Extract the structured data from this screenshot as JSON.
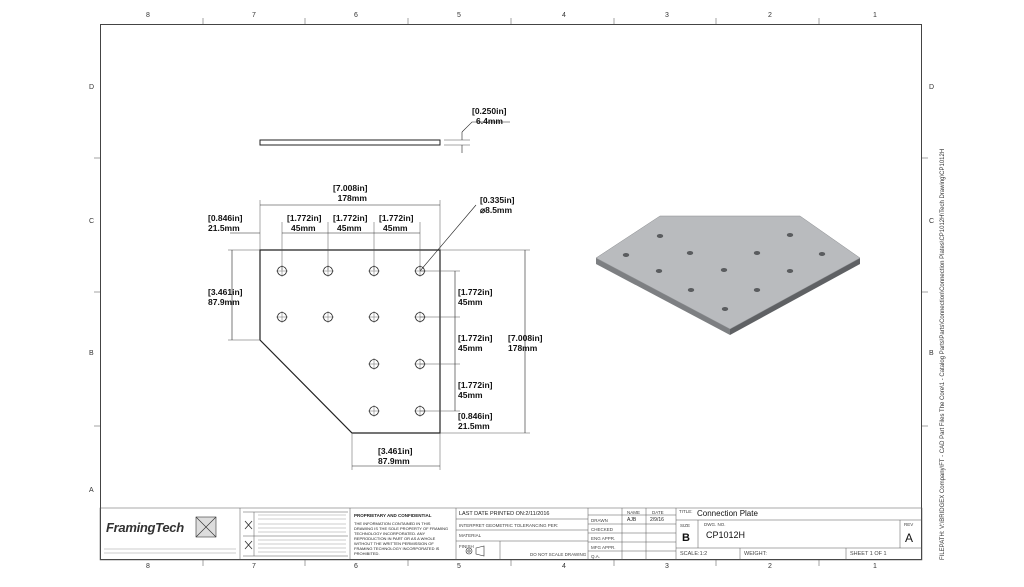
{
  "zones": {
    "top": [
      "8",
      "7",
      "6",
      "5",
      "4",
      "3",
      "2",
      "1"
    ],
    "bottom": [
      "8",
      "7",
      "6",
      "5",
      "4",
      "3",
      "2",
      "1"
    ],
    "left": [
      "D",
      "C",
      "B",
      "A"
    ],
    "right": [
      "D",
      "C",
      "B"
    ]
  },
  "file_path": "FILEPATH: V:\\BRIDGEX Company\\FT - CAD Part Files The Core\\1 - Catalog Parts\\Parts\\Connection\\Connection Plates\\CP1012H\\Tech Drawing\\CP1012H",
  "dimensions": {
    "thickness": {
      "in": "[0.250in]",
      "mm": "6.4mm"
    },
    "overall_width": {
      "in": "[7.008in]",
      "mm": "178mm"
    },
    "hole_dia": {
      "in": "[0.335in]",
      "mm": "⌀8.5mm"
    },
    "left_offset": {
      "in": "[0.846in]",
      "mm": "21.5mm"
    },
    "hole_spacing_1": {
      "in": "[1.772in]",
      "mm": "45mm"
    },
    "hole_spacing_2": {
      "in": "[1.772in]",
      "mm": "45mm"
    },
    "hole_spacing_3": {
      "in": "[1.772in]",
      "mm": "45mm"
    },
    "left_height": {
      "in": "[3.461in]",
      "mm": "87.9mm"
    },
    "vert_spacing_1": {
      "in": "[1.772in]",
      "mm": "45mm"
    },
    "vert_spacing_2": {
      "in": "[1.772in]",
      "mm": "45mm"
    },
    "vert_spacing_3": {
      "in": "[1.772in]",
      "mm": "45mm"
    },
    "overall_height": {
      "in": "[7.008in]",
      "mm": "178mm"
    },
    "bottom_offset": {
      "in": "[0.846in]",
      "mm": "21.5mm"
    },
    "bottom_width": {
      "in": "[3.461in]",
      "mm": "87.9mm"
    }
  },
  "title_block": {
    "logo": "FramingTech",
    "proprietary_title": "PROPRIETARY AND CONFIDENTIAL",
    "proprietary_text": "THE INFORMATION CONTAINED IN THIS DRAWING IS THE SOLE PROPERTY OF FRAMING TECHNOLOGY INCORPORATED. ANY REPRODUCTION IN PART OR AS A WHOLE WITHOUT THE WRITTEN PERMISSION OF FRAMING TECHNOLOGY INCORPORATED IS PROHIBITED.",
    "last_printed": "LAST DATE PRINTED ON:2/11/2016",
    "interpret": "INTERPRET GEOMETRIC TOLERANCING PER:",
    "material_label": "MATERIAL",
    "finish_label": "FINISH",
    "name_header": "NAME",
    "date_header": "DATE",
    "drawn_label": "DRAWN",
    "drawn_name": "AJB",
    "drawn_date": "2/9/16",
    "checked_label": "CHECKED",
    "eng_label": "ENG APPR.",
    "mfg_label": "MFG APPR.",
    "qa_label": "Q.A.",
    "do_not_scale": "DO NOT SCALE DRAWING",
    "title_label": "TITLE:",
    "title": "Connection Plate",
    "size_label": "SIZE",
    "size": "B",
    "dwg_label": "DWG. NO.",
    "dwg_no": "CP1012H",
    "rev_label": "REV",
    "rev": "A",
    "scale": "SCALE:1:2",
    "weight": "WEIGHT:",
    "sheet": "SHEET 1 OF 1"
  }
}
